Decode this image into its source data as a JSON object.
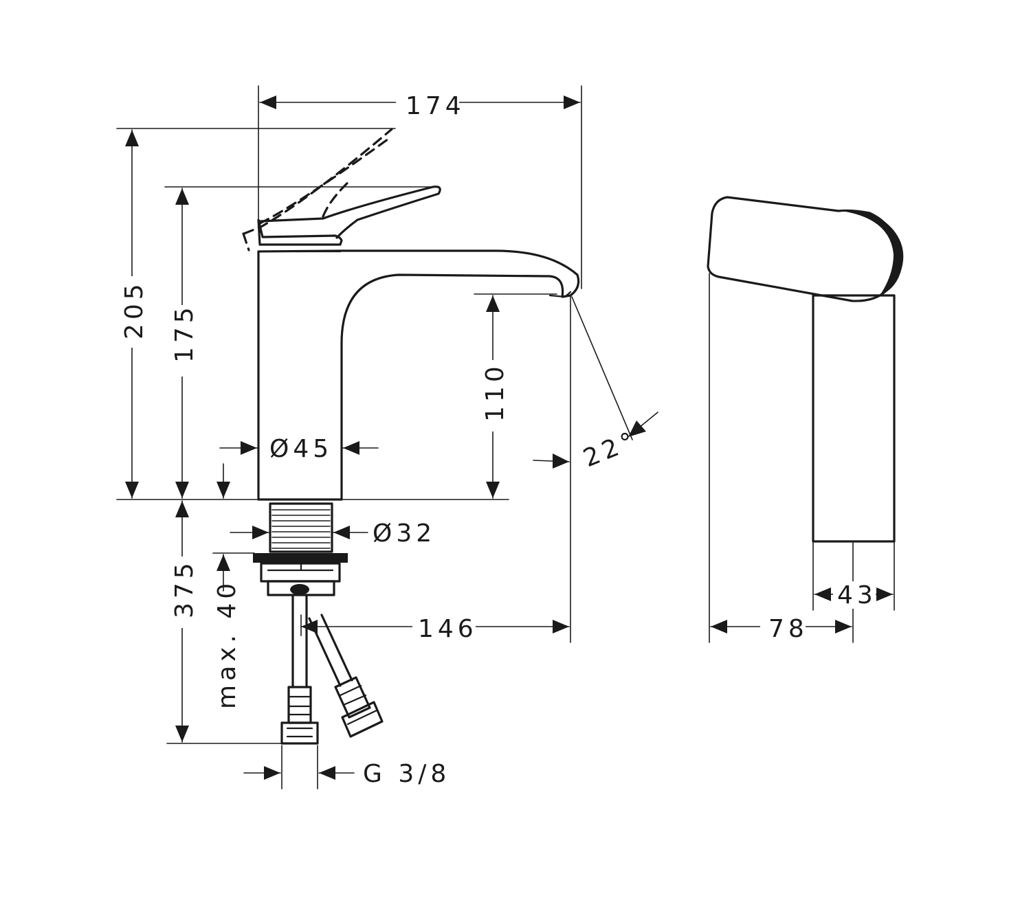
{
  "dimensions": {
    "overall_width": "174",
    "overall_height": "205",
    "handle_height": "175",
    "spout_height": "110",
    "body_diameter": "Ø45",
    "shank_diameter": "Ø32",
    "spout_angle": "22°",
    "below_deck": "375",
    "max_deck_thickness": "max. 40",
    "projection": "146",
    "connection": "G 3/8",
    "side_depth": "78",
    "side_body_width": "43"
  },
  "colors": {
    "line": "#1a1a1a",
    "background": "#ffffff"
  }
}
